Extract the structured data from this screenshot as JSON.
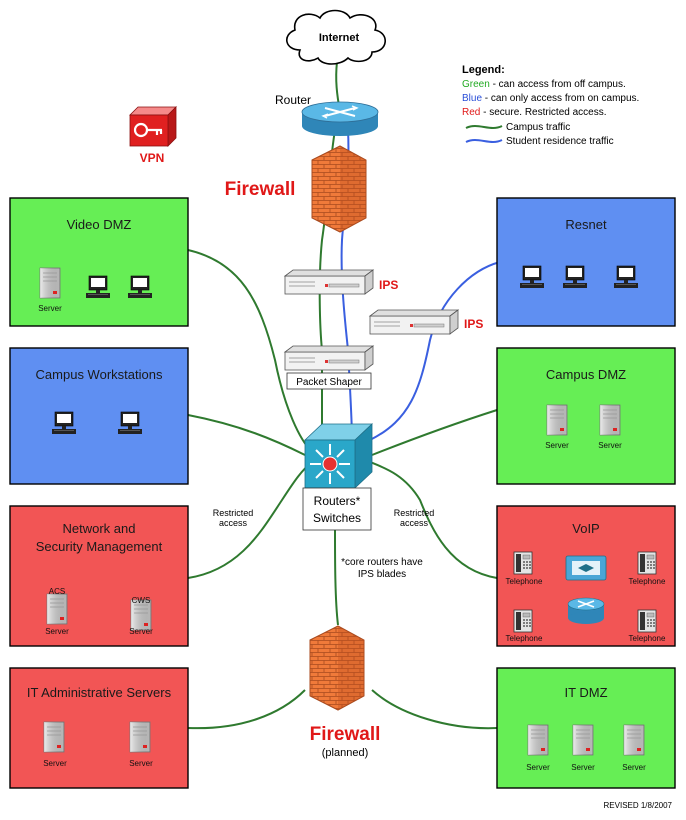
{
  "colors": {
    "green_zone": "#66ee55",
    "blue_zone": "#5f8ff2",
    "red_zone": "#f25555",
    "campus_link": "#2f7a2f",
    "resnet_link": "#3a5fe0",
    "firewall": "#f07a3a",
    "switch": "#2aa7c9",
    "router": "#4aa6d6",
    "red_text": "#e01818"
  },
  "internet": {
    "label": "Internet"
  },
  "router": {
    "label": "Router"
  },
  "vpn": {
    "label": "VPN"
  },
  "firewall_top": {
    "label": "Firewall"
  },
  "firewall_bottom": {
    "label": "Firewall",
    "note": "(planned)"
  },
  "ips_labels": [
    "IPS",
    "IPS"
  ],
  "packet_shaper": {
    "label": "Packet Shaper"
  },
  "core": {
    "label_line1": "Routers*",
    "label_line2": "Switches"
  },
  "core_note": {
    "line1": "*core routers have",
    "line2": "IPS blades"
  },
  "restricted_left": {
    "line1": "Restricted",
    "line2": "access"
  },
  "restricted_right": {
    "line1": "Restricted",
    "line2": "access"
  },
  "legend": {
    "title": "Legend:",
    "green_word": "Green",
    "green_text": " - can access from off campus.",
    "blue_word": "Blue",
    "blue_text": " - can only access from on campus.",
    "red_word": "Red",
    "red_text": " - secure. Restricted access.",
    "campus_traffic": "Campus traffic",
    "student_traffic": "Student residence traffic"
  },
  "zones": {
    "video_dmz": {
      "title": "Video DMZ",
      "server": "Server"
    },
    "campus_workstations": {
      "title": "Campus Workstations"
    },
    "netsec": {
      "title_line1": "Network and",
      "title_line2": "Security Management",
      "acs": "ACS",
      "cws": "CWS",
      "server1": "Server",
      "server2": "Server"
    },
    "it_admin": {
      "title": "IT Administrative Servers",
      "server1": "Server",
      "server2": "Server"
    },
    "resnet": {
      "title": "Resnet"
    },
    "campus_dmz": {
      "title": "Campus DMZ",
      "server1": "Server",
      "server2": "Server"
    },
    "voip": {
      "title": "VoIP",
      "tel1": "Telephone",
      "tel2": "Telephone",
      "tel3": "Telephone",
      "tel4": "Telephone"
    },
    "it_dmz": {
      "title": "IT DMZ",
      "server1": "Server",
      "server2": "Server",
      "server3": "Server"
    }
  },
  "revised": "REVISED 1/8/2007"
}
